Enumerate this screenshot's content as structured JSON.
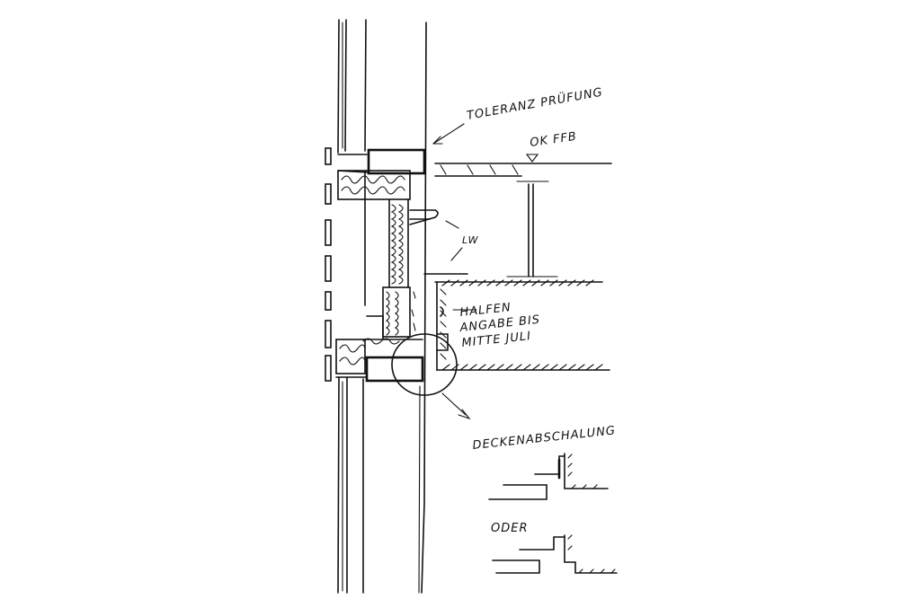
{
  "labels": {
    "toleranz": "TOLERANZ PRÜFUNG",
    "ok_ffb": "OK FFB",
    "lw": "LW",
    "halfen_1": "HALFEN",
    "halfen_2": "ANGABE BIS",
    "halfen_3": "MITTE JULI",
    "deckenabschalung": "DECKENABSCHALUNG",
    "oder": "ODER"
  },
  "colors": {
    "ink": "#111111",
    "paper": "#ffffff"
  }
}
